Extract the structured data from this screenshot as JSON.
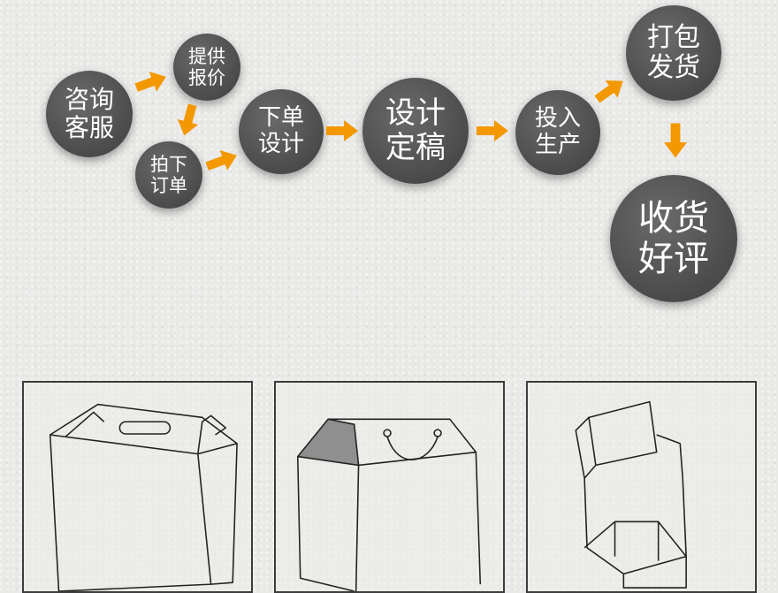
{
  "flow": {
    "accent_color": "#f39800",
    "circle_color": "#555555",
    "steps": [
      {
        "id": "consult",
        "label": "咨询\n客服"
      },
      {
        "id": "quote",
        "label": "提供\n报价"
      },
      {
        "id": "order",
        "label": "拍下\n订单"
      },
      {
        "id": "design",
        "label": "下单\n设计"
      },
      {
        "id": "finalize",
        "label": "设计\n定稿"
      },
      {
        "id": "produce",
        "label": "投入\n生产"
      },
      {
        "id": "ship",
        "label": "打包\n发货"
      },
      {
        "id": "review",
        "label": "收货\n好评"
      }
    ]
  },
  "illustrations": [
    {
      "icon": "handle-box-icon"
    },
    {
      "icon": "rope-handle-house-box-icon"
    },
    {
      "icon": "folding-box-structure-icon"
    }
  ]
}
